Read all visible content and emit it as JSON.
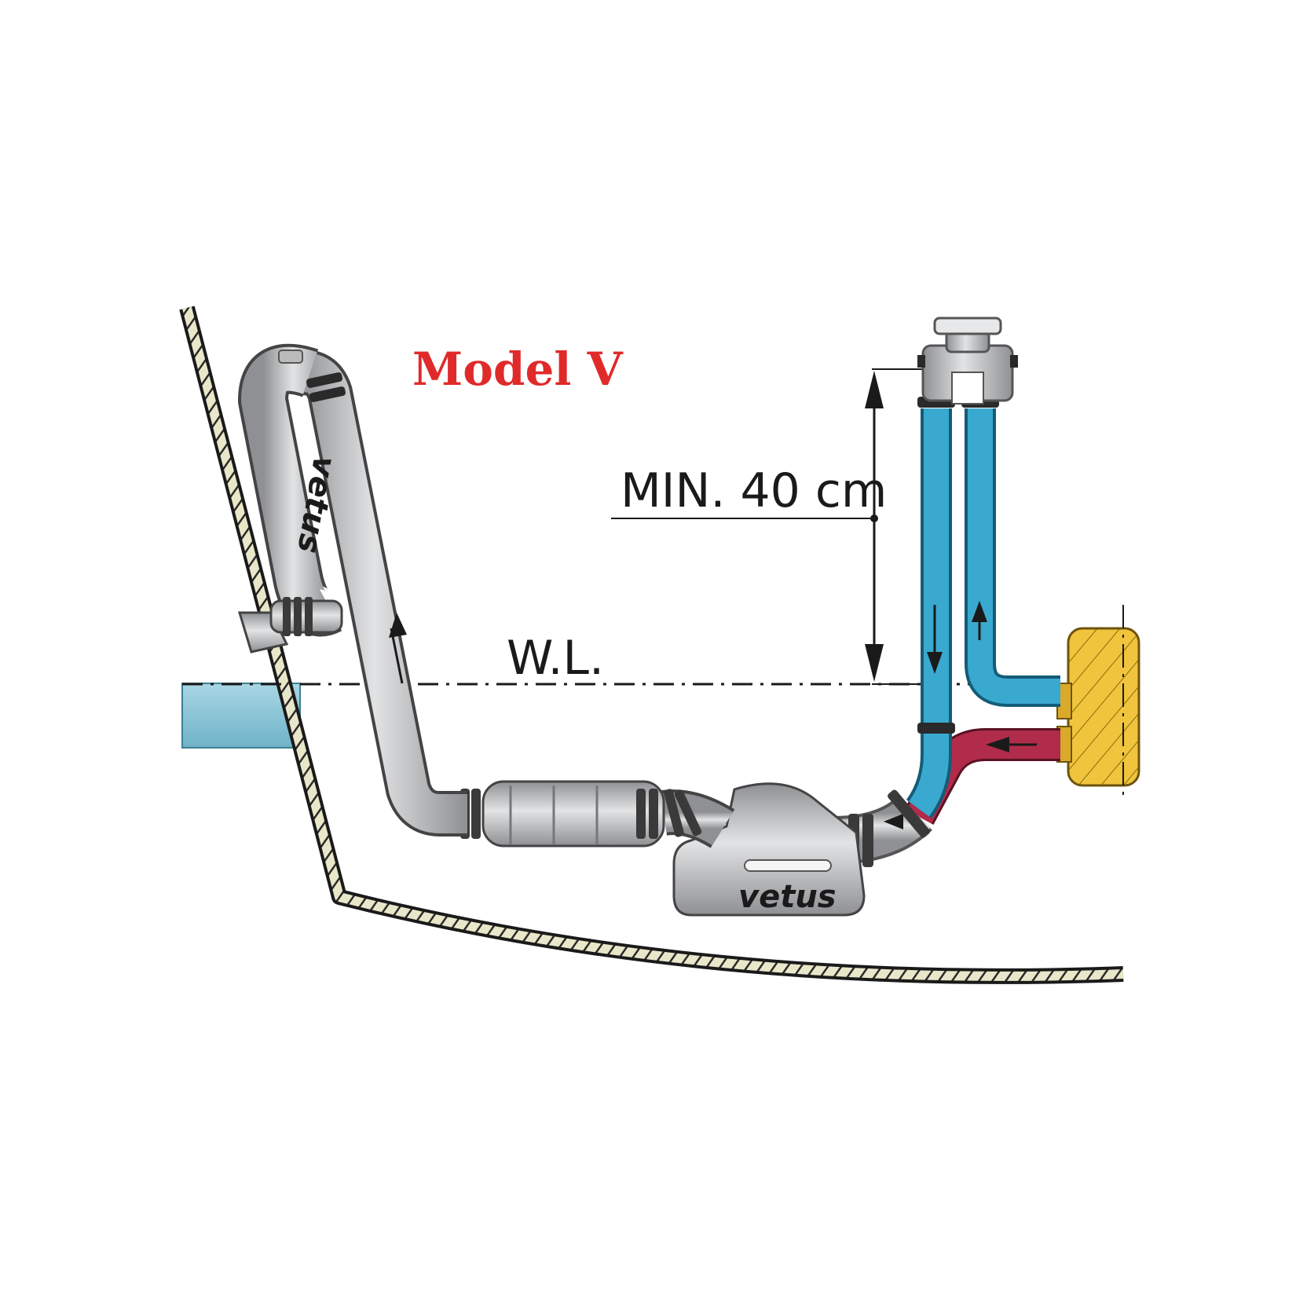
{
  "diagram": {
    "title": "Model V",
    "dimension_label": "MIN. 40 cm",
    "waterline_label": "W.L.",
    "brand_logo": "vetus",
    "colors": {
      "title": "#e02a2a",
      "hose_grey": "#b9bbbd",
      "hose_grey_dark": "#8e9093",
      "cooling_blue": "#3aa9cf",
      "cooling_blue_dark": "#1f7fa3",
      "exhaust_red": "#b02c4a",
      "engine_yellow": "#f0c43c",
      "sea_blue": "#8cc6d8",
      "hull_line": "#1a1a1a"
    },
    "icons": {
      "arrow_up": "flow-arrow-up-icon",
      "arrow_down": "flow-arrow-down-icon",
      "arrow_left": "flow-arrow-left-icon"
    }
  }
}
